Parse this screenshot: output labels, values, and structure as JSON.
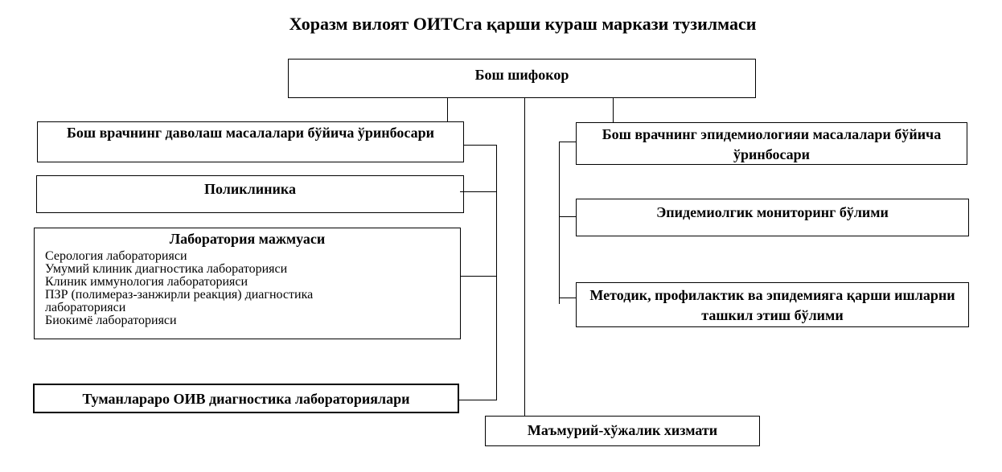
{
  "title": "Хоразм вилоят ОИТСга қарши кураш маркази тузилмаси",
  "chart": {
    "root": "Бош шифокор",
    "left": {
      "deputy": "Бош врачнинг даволаш масалалари бўйича ўринбосари",
      "polyclinic": "Поликлиника",
      "lab_complex": {
        "title": "Лаборатория мажмуаси",
        "items": [
          "Серология лабораторияси",
          "Умумий клиник диагностика лабораторияси",
          "Клиник иммунология лабораторияси",
          "ПЗР (полимераз-занжирли реакция) диагностика лабораторияси",
          "Биокимё лабораторияси"
        ]
      },
      "interdistrict_lab": "Туманлараро ОИВ диагностика лабораториялари"
    },
    "right": {
      "deputy": "Бош врачнинг эпидемиологияи масалалари бўйича ўринбосари",
      "monitoring": "Эпидемиолгик мониторинг бўлими",
      "methodic": "Методик, профилактик ва эпидемияга қарши ишларни ташкил этиш бўлими"
    },
    "bottom": {
      "admin_service": "Маъмурий-хўжалик хизмати"
    }
  },
  "colors": {
    "background": "#ffffff",
    "border": "#000000",
    "text": "#000000"
  }
}
